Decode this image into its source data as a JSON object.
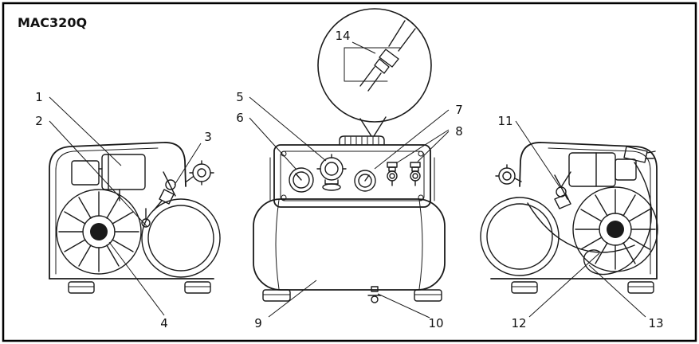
{
  "title": "MAC320Q",
  "callouts": [
    "1",
    "2",
    "3",
    "4",
    "5",
    "6",
    "7",
    "8",
    "9",
    "10",
    "11",
    "12",
    "13",
    "14"
  ],
  "colors": {
    "line": "#1a1a1a",
    "background": "#ffffff",
    "border": "#000000"
  }
}
